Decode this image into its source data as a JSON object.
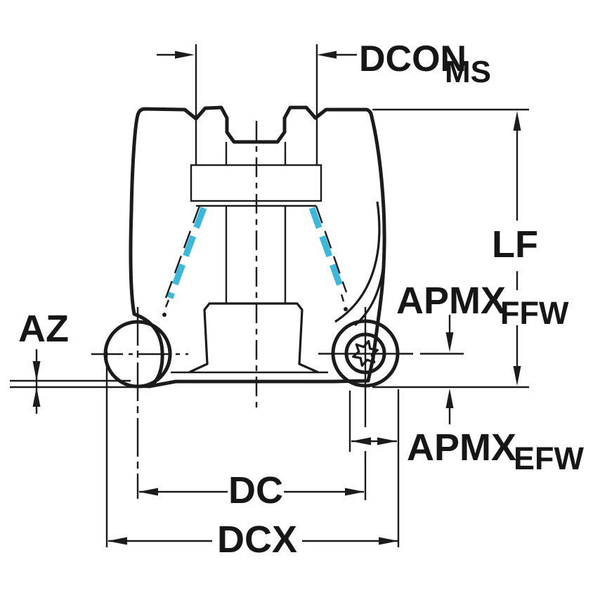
{
  "diagram": {
    "kind": "technical-dimension-drawing",
    "subject": "round-insert face milling cutter, front view with dimension callouts",
    "labels": {
      "dcon": {
        "main": "DCON",
        "sub": "MS"
      },
      "lf": "LF",
      "apmx_ffw": {
        "main": "APMX",
        "sub": "FFW"
      },
      "az": "AZ",
      "apmx_efw": {
        "main": "APMX",
        "sub": "EFW"
      },
      "dc": "DC",
      "dcx": "DCX"
    },
    "colors": {
      "body": "#a7bdc2",
      "insert": "#ffd21e",
      "coolant": "#3cb9da",
      "line": "#1b1b1b",
      "background": "#ffffff"
    }
  }
}
